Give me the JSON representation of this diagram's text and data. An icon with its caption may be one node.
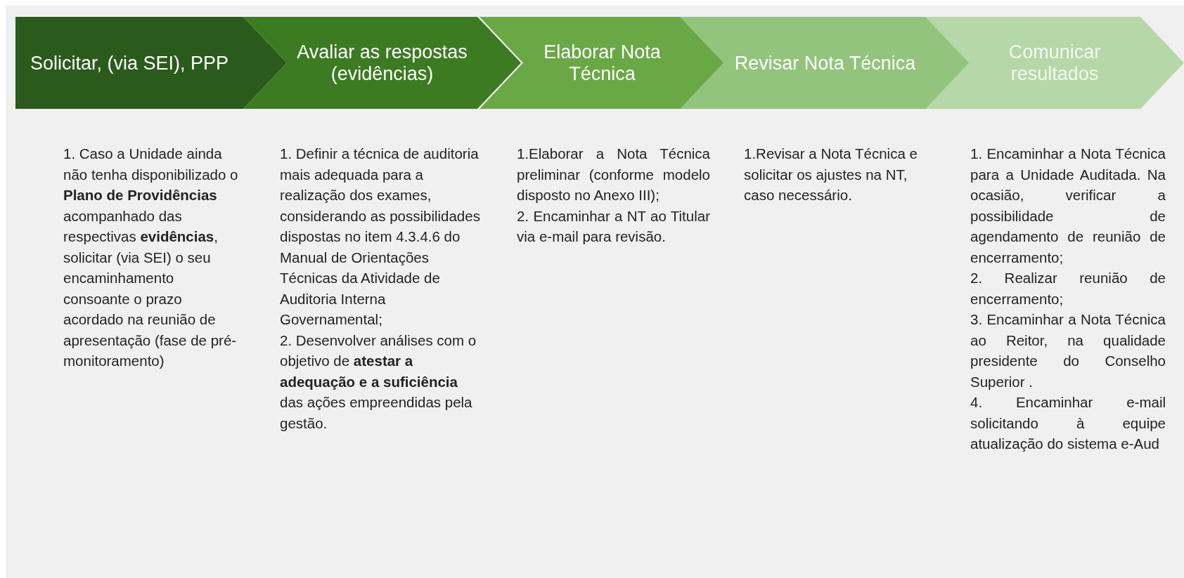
{
  "diagram": {
    "nodes": [
      {
        "text": [
          "Solicitar,  (via SEI), PPP"
        ],
        "beside": [
          "1. Caso a Unidade ainda não tenha disponibilizado o **Plano de Providências** acompanhado das respectivas **evidências**, solicitar (via SEI) o seu encaminhamento consoante o prazo acordado na reunião de apresentação (fase de pré-monitoramento)"
        ]
      },
      {
        "text": [
          "Avaliar as respostas (evidências)"
        ],
        "beside": [
          "1. Definir a técnica de auditoria mais adequada para a realização dos exames, considerando as possibilidades dispostas no item 4.3.4.6 do Manual de Orientações Técnicas da Atividade de Auditoria Interna Governamental;",
          "2. Desenvolver análises com o objetivo de **atestar a adequação e a suficiência** das ações empreendidas pela gestão."
        ]
      },
      {
        "text": [
          "Elaborar Nota Técnica"
        ],
        "beside": [
          "1.Elaborar a Nota Técnica preliminar (conforme modelo disposto no Anexo III);",
          "2. Encaminhar a NT ao Titular via e-mail para revisão."
        ]
      },
      {
        "text": [
          "Revisar Nota Técnica"
        ],
        "beside": [
          "1.Revisar a Nota Técnica e solicitar os ajustes na NT, caso necessário."
        ]
      },
      {
        "text": [
          "Comunicar resultados"
        ],
        "beside": [
          "1. Encaminhar a Nota Técnica para a Unidade Auditada. Na ocasião, verificar a possibilidade de agendamento de reunião de encerramento;",
          "2. Realizar reunião de encerramento;",
          "3. Encaminhar a Nota Técnica ao Reitor, na qualidade presidente do Conselho Superior .",
          "4. Encaminhar e-mail solicitando à equipe atualização do sistema e-Aud"
        ]
      }
    ]
  }
}
